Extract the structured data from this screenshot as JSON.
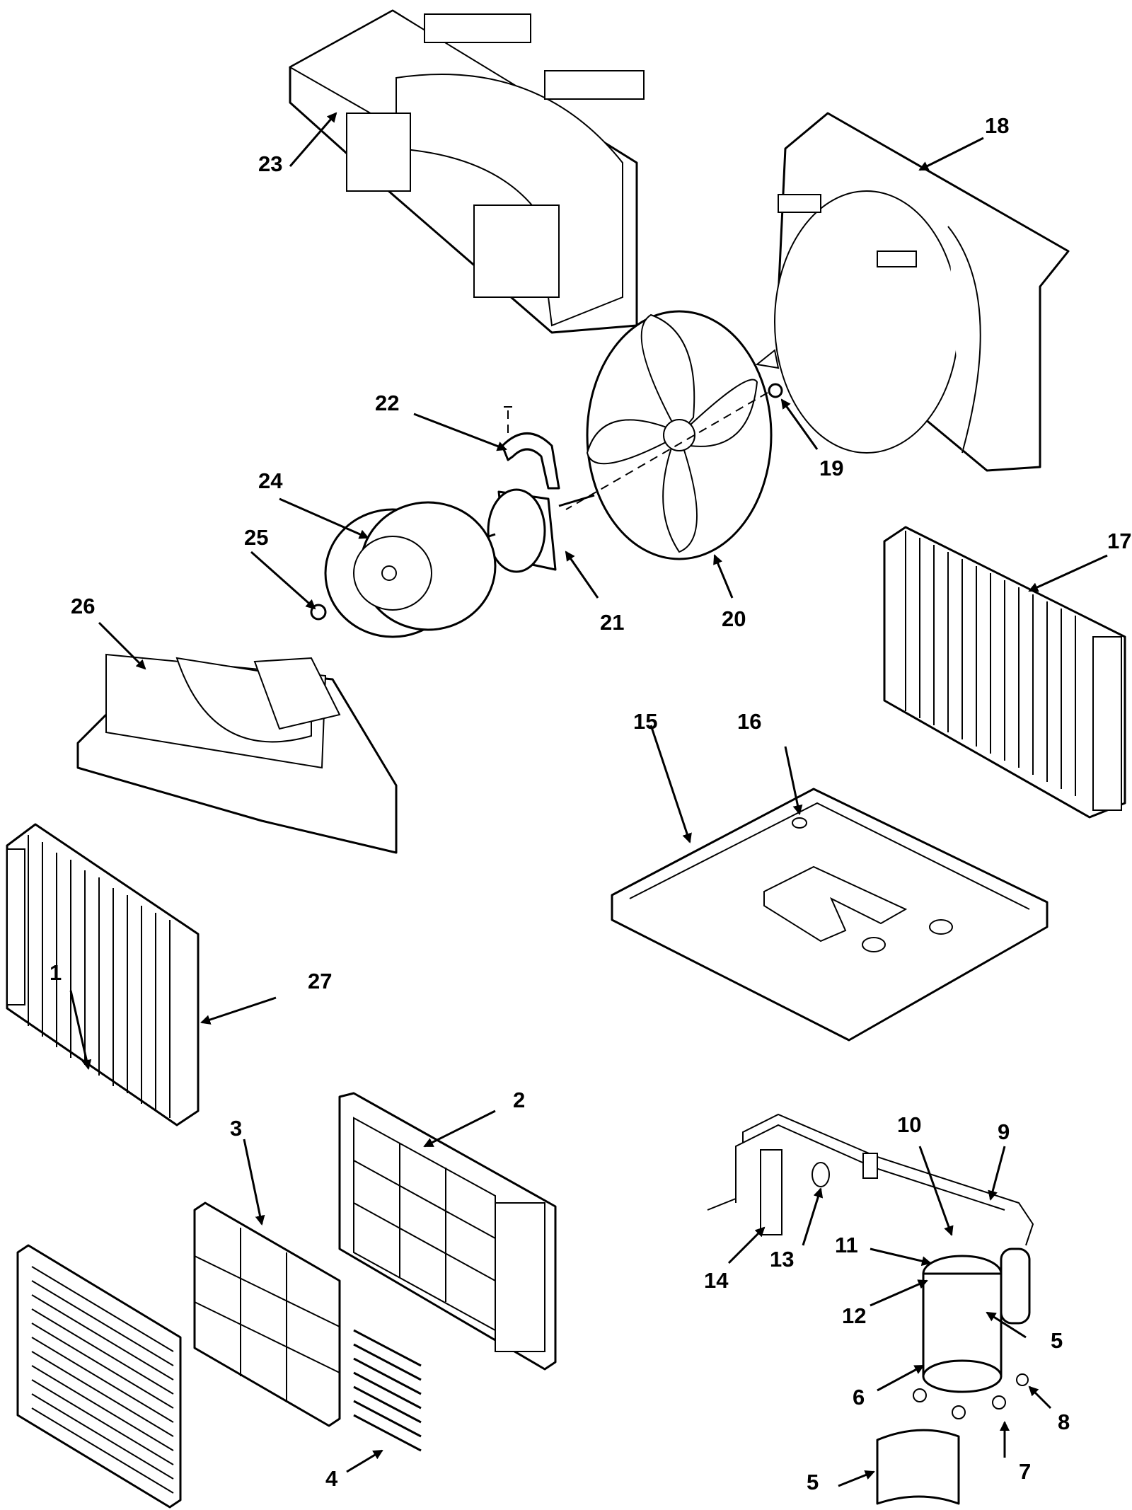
{
  "callouts": [
    {
      "id": "1",
      "text": "1"
    },
    {
      "id": "2",
      "text": "2"
    },
    {
      "id": "3",
      "text": "3"
    },
    {
      "id": "4",
      "text": "4"
    },
    {
      "id": "5a",
      "text": "5"
    },
    {
      "id": "5b",
      "text": "5"
    },
    {
      "id": "6",
      "text": "6"
    },
    {
      "id": "7",
      "text": "7"
    },
    {
      "id": "8",
      "text": "8"
    },
    {
      "id": "9",
      "text": "9"
    },
    {
      "id": "10",
      "text": "10"
    },
    {
      "id": "11",
      "text": "11"
    },
    {
      "id": "12",
      "text": "12"
    },
    {
      "id": "13",
      "text": "13"
    },
    {
      "id": "14",
      "text": "14"
    },
    {
      "id": "15",
      "text": "15"
    },
    {
      "id": "16",
      "text": "16"
    },
    {
      "id": "17",
      "text": "17"
    },
    {
      "id": "18",
      "text": "18"
    },
    {
      "id": "19",
      "text": "19"
    },
    {
      "id": "20",
      "text": "20"
    },
    {
      "id": "21",
      "text": "21"
    },
    {
      "id": "22",
      "text": "22"
    },
    {
      "id": "23",
      "text": "23"
    },
    {
      "id": "24",
      "text": "24"
    },
    {
      "id": "25",
      "text": "25"
    },
    {
      "id": "26",
      "text": "26"
    },
    {
      "id": "27",
      "text": "27"
    }
  ]
}
